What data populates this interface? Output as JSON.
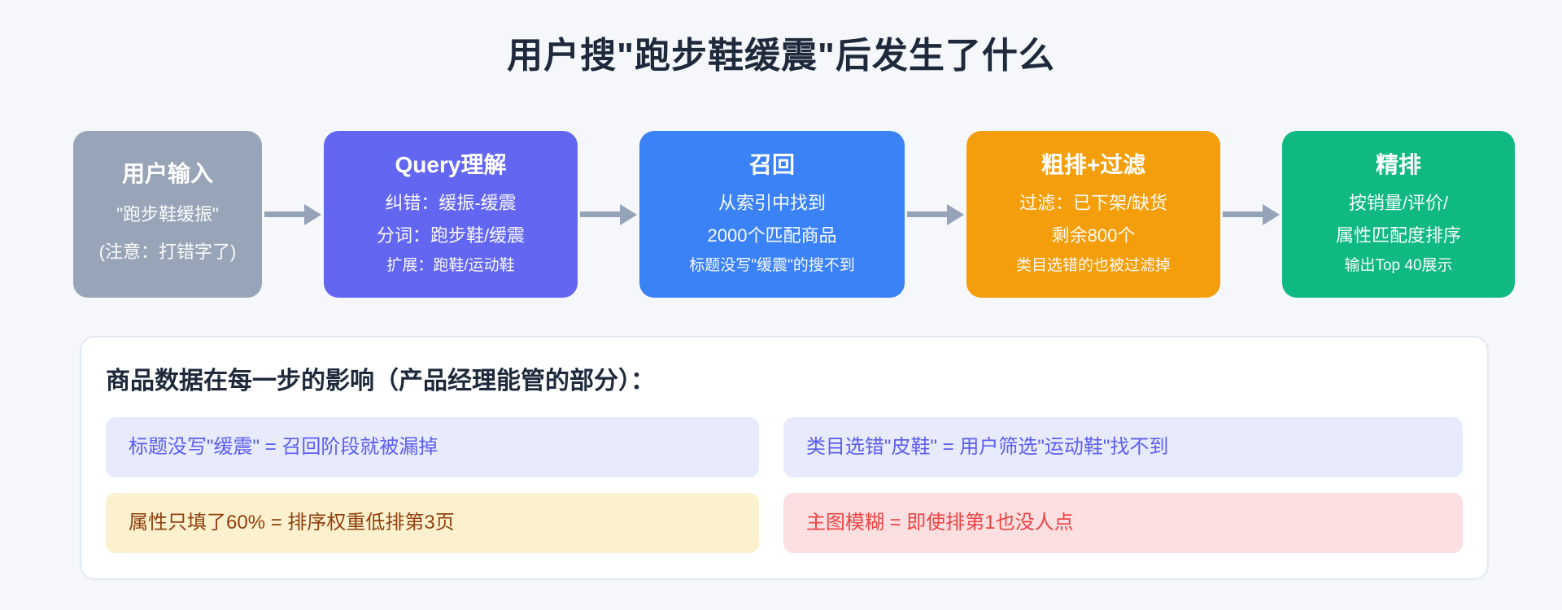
{
  "page": {
    "title": "用户搜\"跑步鞋缓震\"后发生了什么",
    "background_color": "#f5f7fa",
    "title_color": "#1e293b"
  },
  "flow": {
    "arrow_icon": "arrow-right",
    "arrow_color": "#94a3b8",
    "steps": [
      {
        "title": "用户输入",
        "lines": [
          "\"跑步鞋缓振\"",
          "(注意：打错字了)"
        ],
        "color": "#98a5b8"
      },
      {
        "title": "Query理解",
        "lines": [
          "纠错：缓振-缓震",
          "分词：跑步鞋/缓震",
          "扩展：跑鞋/运动鞋"
        ],
        "color": "#6366f1"
      },
      {
        "title": "召回",
        "lines": [
          "从索引中找到",
          "2000个匹配商品",
          "标题没写\"缓震\"的搜不到"
        ],
        "color": "#3b82f6"
      },
      {
        "title": "粗排+过滤",
        "lines": [
          "过滤：已下架/缺货",
          "剩余800个",
          "类目选错的也被过滤掉"
        ],
        "color": "#f59e0b"
      },
      {
        "title": "精排",
        "lines": [
          "按销量/评价/",
          "属性匹配度排序",
          "输出Top 40展示"
        ],
        "color": "#10b981"
      }
    ]
  },
  "panel": {
    "title": "商品数据在每一步的影响（产品经理能管的部分）：",
    "notes": [
      {
        "text": "标题没写\"缓震\" = 召回阶段就被漏掉",
        "bg": "#e8ebfb",
        "fg": "#5b5ef0"
      },
      {
        "text": "类目选错\"皮鞋\" = 用户筛选\"运动鞋\"找不到",
        "bg": "#e8ebfb",
        "fg": "#5b5ef0"
      },
      {
        "text": "属性只填了60% = 排序权重低排第3页",
        "bg": "#fbf1ce",
        "fg": "#92400e"
      },
      {
        "text": "主图模糊 = 即使排第1也没人点",
        "bg": "#fcdfe1",
        "fg": "#ee4444"
      }
    ]
  }
}
